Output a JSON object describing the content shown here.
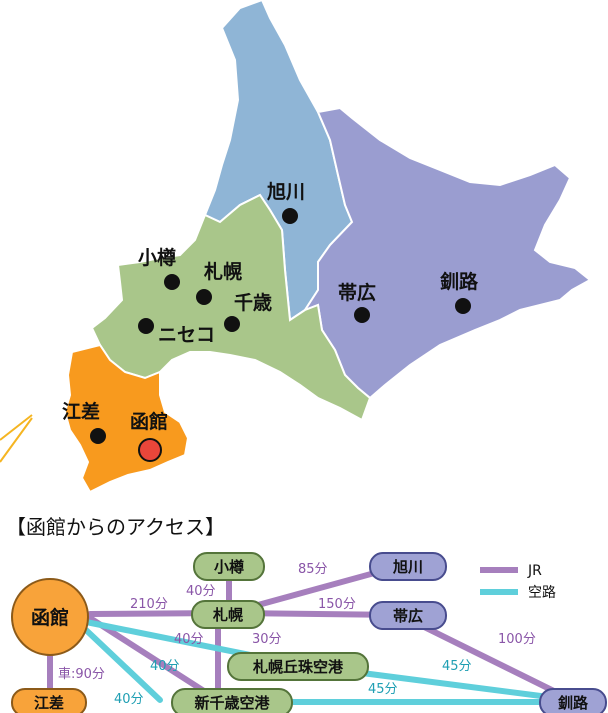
{
  "colors": {
    "north": "#8fb5d6",
    "east": "#9a9dd0",
    "central": "#a9c68a",
    "south": "#f89a1e",
    "hakodate_marker": "#e9463a",
    "jr": "#a67fbd",
    "air": "#5fcfdb",
    "node_green": "#a9c68a",
    "node_violet": "#9fa2d4",
    "node_orange": "#f8a33a"
  },
  "map_labels": {
    "asahikawa": "旭川",
    "otaru": "小樽",
    "sapporo": "札幌",
    "chitose": "千歳",
    "niseko": "ニセコ",
    "obihiro": "帯広",
    "kushiro": "釧路",
    "esashi": "江差",
    "hakodate": "函館"
  },
  "diagram": {
    "title": "【函館からのアクセス】",
    "nodes": {
      "hakodate": "函館",
      "otaru": "小樽",
      "sapporo": "札幌",
      "asahikawa": "旭川",
      "obihiro": "帯広",
      "okadama": "札幌丘珠空港",
      "new_chitose": "新千歳空港",
      "kushiro": "釧路",
      "esashi": "江差"
    },
    "times": {
      "otaru_sapporo": "40分",
      "sapporo_asahikawa": "85分",
      "hakodate_sapporo": "210分",
      "sapporo_obihiro": "150分",
      "obihiro_kushiro": "100分",
      "hakodate_newchitose_jr": "40分",
      "sapporo_newchitose": "30分",
      "hakodate_newchitose_air": "40分",
      "okadama_kushiro": "45分",
      "newchitose_kushiro": "45分",
      "hakodate_okadama": "40分",
      "hakodate_esashi": "車:90分"
    },
    "legend": {
      "jr": "JR",
      "air": "空路"
    }
  }
}
